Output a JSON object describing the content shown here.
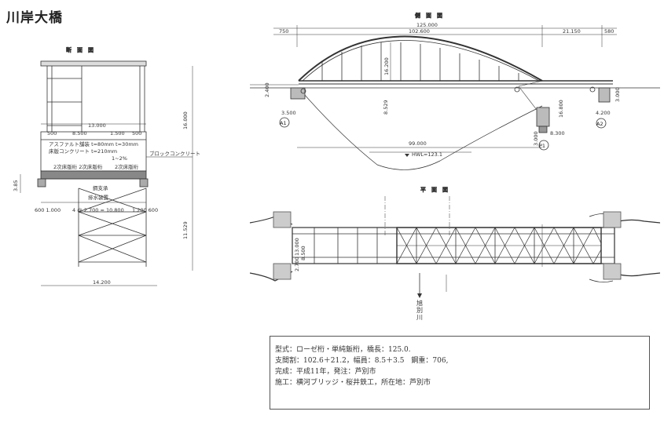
{
  "title": "川岸大橋",
  "views": {
    "side": "側　面　図",
    "section": "断　面　図",
    "plan": "平　面　図"
  },
  "side_dims": {
    "total": "125.000",
    "main": "102.600",
    "right": "21.150",
    "left_end": "750",
    "right_end": "580",
    "rise": "16.200",
    "depth": "8.529",
    "span": "99.000",
    "hwl": "HWL=123.1",
    "left_h": "2.400",
    "left_d": "3.500",
    "right_d": "4.200",
    "right_h": "3.000",
    "p_d1": "8.300",
    "p_d2": "3.000",
    "p_dim": "16.800"
  },
  "abutments": {
    "a1": "A1",
    "a2": "A2",
    "p1": "P1"
  },
  "section_dims": {
    "top": "13.000",
    "left_w": "500",
    "mid_w": "8.500",
    "right_w": "1.500",
    "right_end": "500",
    "height": "16.000",
    "bottom": "11.529",
    "left_h": "3.85",
    "base": "600 1.000",
    "span": "4 @ 2.700 = 10.800",
    "base_r": "1.200 600",
    "width": "14.200"
  },
  "section_notes": {
    "asphalt": "アスファルト舗装 t=80mm t=30mm",
    "concrete": "床版コンクリート t=210mm",
    "slab_l": "2次床版桁 2次床版桁",
    "slab_r": "2次床版桁",
    "block": "ブロックコンクリート",
    "slope": "1~2%",
    "bearing": "鋼支承",
    "drain": "排水装置"
  },
  "plan_dims": {
    "w1": "13.000",
    "w2": "8.500",
    "w3": "2.700"
  },
  "river": "旭 別 川",
  "specs": [
    "型式：ローゼ桁・単純鈑桁，橋長：125.0.",
    "支間割：102.6＋21.2，幅員：8.5＋3.5　鋼重：706,",
    "完成：平成11年，発注：芦別市",
    "施工：横河ブリッジ・桜井鉄工，所在地：芦別市"
  ]
}
